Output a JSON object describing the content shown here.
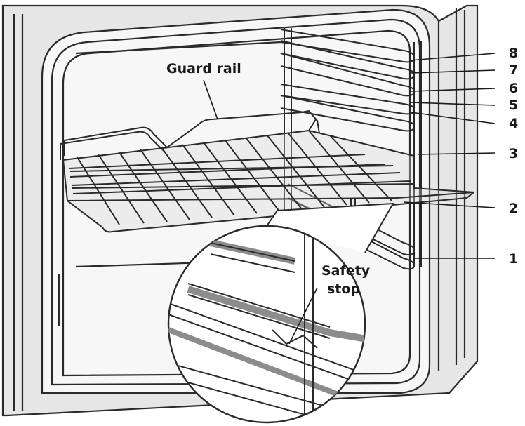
{
  "diagram": {
    "callouts": {
      "guard_rail": "Guard rail",
      "safety_stop_line1": "Safety",
      "safety_stop_line2": "stop"
    },
    "shelf_levels": [
      "8",
      "7",
      "6",
      "5",
      "4",
      "3",
      "2",
      "1"
    ]
  },
  "colors": {
    "line": "#2a2a2a",
    "oven_fill": "#e6e6e6",
    "cavity_fill": "#f7f7f7",
    "rack_fill": "#d8d8d8",
    "zoom_fill": "#ffffff",
    "zoom_rail": "#8c8c8c"
  }
}
